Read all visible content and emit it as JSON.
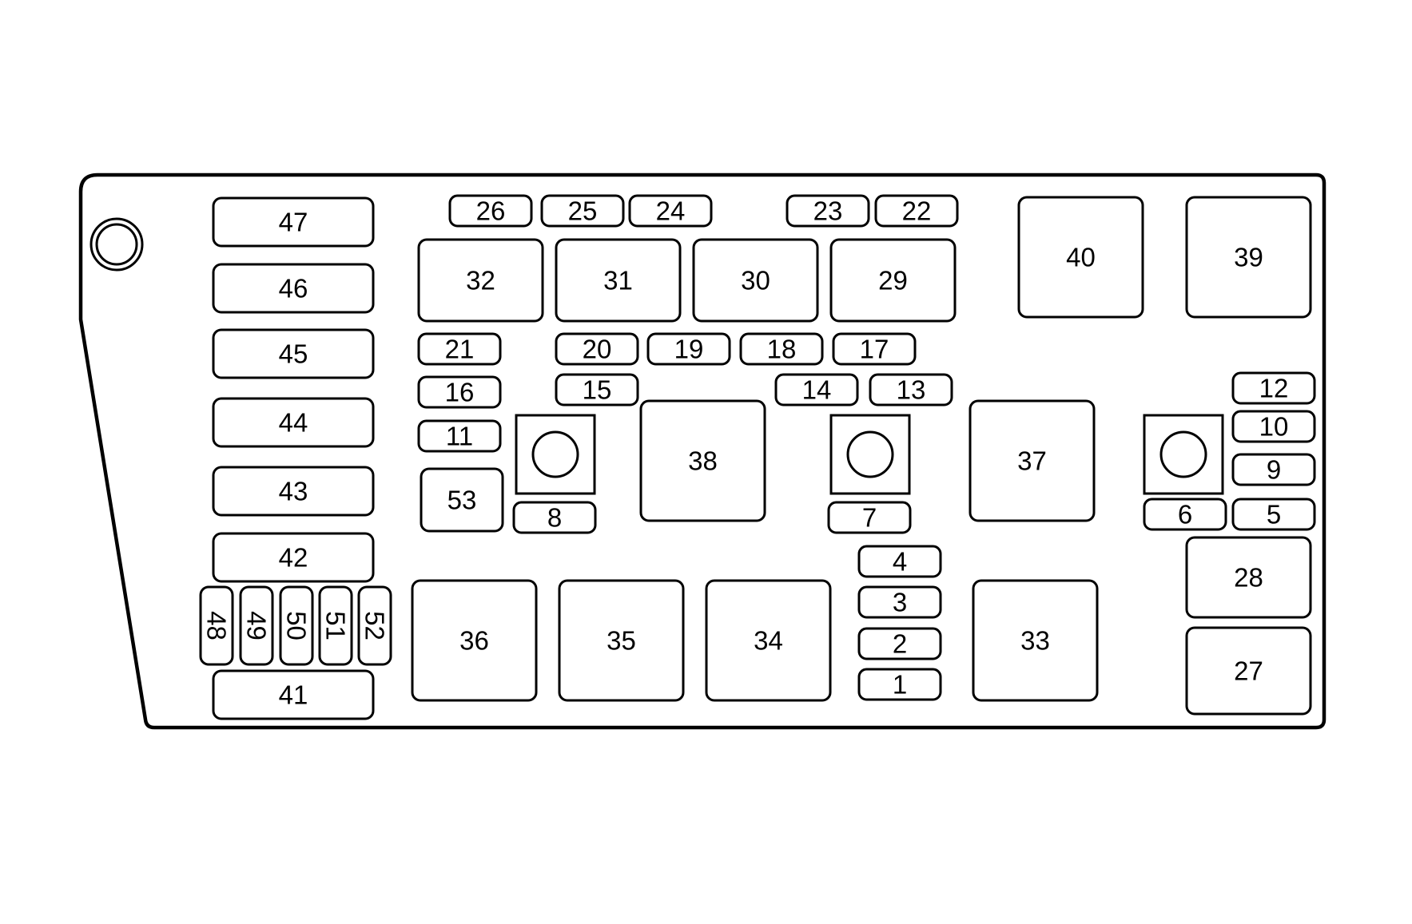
{
  "colors": {
    "line": "#000000",
    "background": "#ffffff"
  },
  "fuses": [
    "1",
    "2",
    "3",
    "4",
    "5",
    "6",
    "7",
    "8",
    "9",
    "10",
    "11",
    "12",
    "13",
    "14",
    "15",
    "16",
    "17",
    "18",
    "19",
    "20",
    "21",
    "22",
    "23",
    "24",
    "25",
    "26",
    "27",
    "28",
    "29",
    "30",
    "31",
    "32",
    "33",
    "34",
    "35",
    "36",
    "37",
    "38",
    "39",
    "40",
    "41",
    "42",
    "43",
    "44",
    "45",
    "46",
    "47",
    "48",
    "49",
    "50",
    "51",
    "52",
    "53"
  ]
}
